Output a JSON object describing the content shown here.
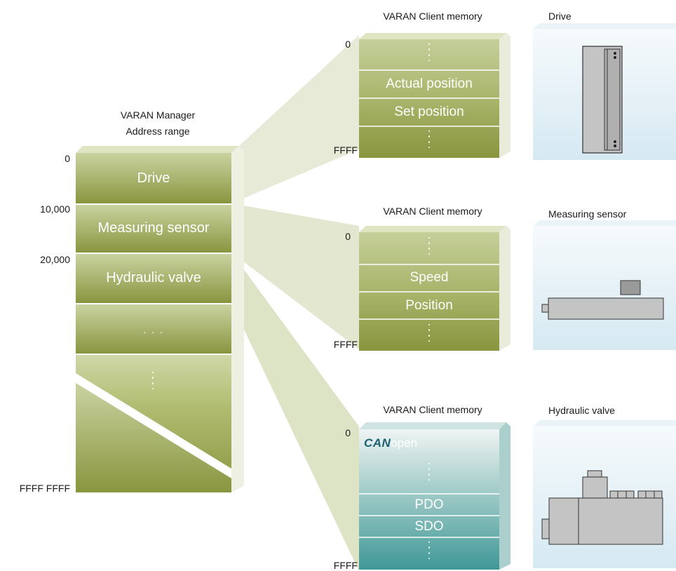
{
  "manager": {
    "title_line1": "VARAN Manager",
    "title_line2": "Address range",
    "addr_0": "0",
    "addr_10000": "10,000",
    "addr_20000": "20,000",
    "addr_end": "FFFF FFFF",
    "seg_drive": "Drive",
    "seg_measuring": "Measuring sensor",
    "seg_hydraulic": "Hydraulic valve",
    "seg_more": ". . .",
    "seg_vdots": ":"
  },
  "clients": [
    {
      "title": "VARAN Client memory",
      "addr_start": "0",
      "addr_end": "FFFF",
      "row1": "Actual position",
      "row2": "Set position"
    },
    {
      "title": "VARAN Client memory",
      "addr_start": "0",
      "addr_end": "FFFF",
      "row1": "Speed",
      "row2": "Position"
    },
    {
      "title": "VARAN Client memory",
      "addr_start": "0",
      "addr_end": "FFFF",
      "row1": "PDO",
      "row2": "SDO",
      "logo_bold": "CAN",
      "logo_light": "open"
    }
  ],
  "devices": {
    "drive": "Drive",
    "measuring": "Measuring sensor",
    "hydraulic": "Hydraulic valve"
  },
  "colors": {
    "olive_top": "#c9d3a1",
    "olive_bottom": "#8a953f",
    "teal_top": "#e8f0f0",
    "teal_bottom": "#3a9898",
    "device_bg_top": "#f4f9fb",
    "device_bg_bottom": "#d7eaf2",
    "funnel": "#e5e8d4"
  }
}
